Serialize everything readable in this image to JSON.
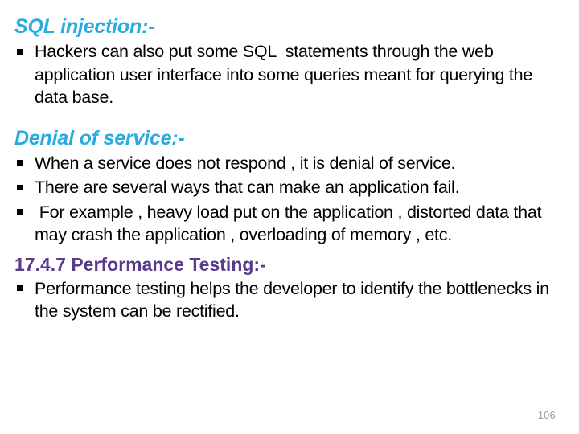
{
  "slide": {
    "background_color": "#ffffff",
    "page_number": "106",
    "page_number_color": "#9a9a9a"
  },
  "sections": [
    {
      "heading": "SQL injection:-",
      "heading_color": "#29ABE2",
      "heading_style": "bold-italic",
      "bullets": [
        "Hackers can also put some SQL  statements through the web application user interface into some queries meant for querying the data base."
      ]
    },
    {
      "heading": "Denial of service:-",
      "heading_color": "#29ABE2",
      "heading_style": "bold-italic",
      "bullets": [
        "When a service does not respond , it is denial of service.",
        "There are several ways that can make an application fail.",
        " For example , heavy load put on the application , distorted data that may crash the application , overloading of memory , etc."
      ]
    },
    {
      "heading": "17.4.7  Performance Testing:-",
      "heading_color": "#5B3A8E",
      "heading_style": "bold",
      "bullets": [
        "Performance testing helps the developer to identify the bottlenecks in the system can be rectified."
      ]
    }
  ]
}
